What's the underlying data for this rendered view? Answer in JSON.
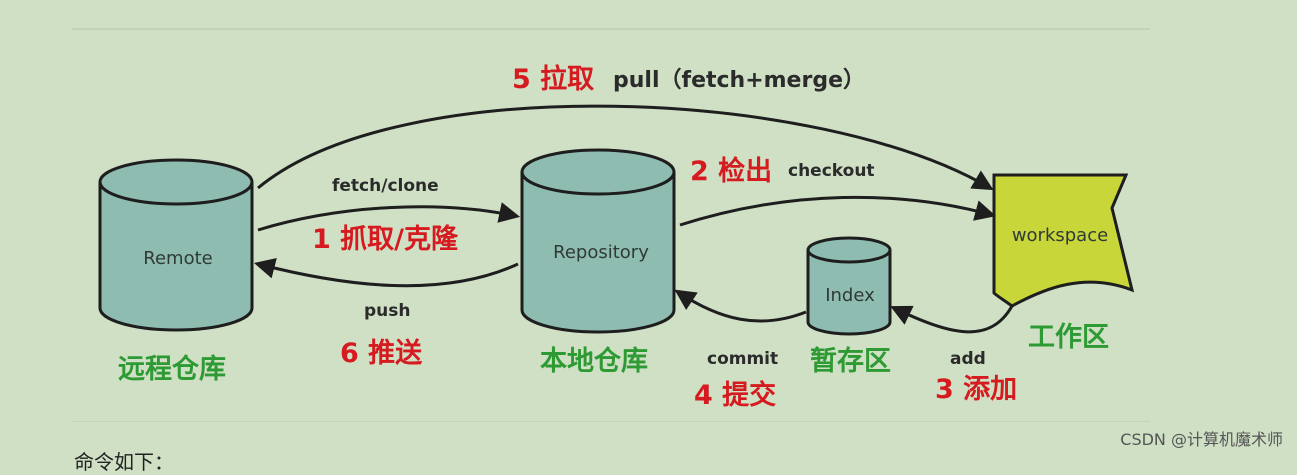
{
  "nodes": {
    "remote": "Remote",
    "repository": "Repository",
    "index": "Index",
    "workspace": "workspace"
  },
  "areas": {
    "remote": "远程仓库",
    "local": "本地仓库",
    "staging": "暂存区",
    "work": "工作区"
  },
  "edges": {
    "pull_en": "pull（fetch+merge）",
    "pull_step": "5 拉取",
    "fetch_en": "fetch/clone",
    "fetch_step": "1 抓取/克隆",
    "push_en": "push",
    "push_step": "6 推送",
    "checkout_en": "checkout",
    "checkout_step": "2 检出",
    "commit_en": "commit",
    "commit_step": "4 提交",
    "add_en": "add",
    "add_step": "3 添加"
  },
  "colors": {
    "background": "#cfe0c5",
    "cylinder": "#8fbcb0",
    "workspace": "#c8d63a",
    "step_red": "#d51b20",
    "area_green": "#2d9a34"
  },
  "footer": {
    "text": "命令如下：",
    "watermark": "CSDN @计算机魔术师"
  }
}
